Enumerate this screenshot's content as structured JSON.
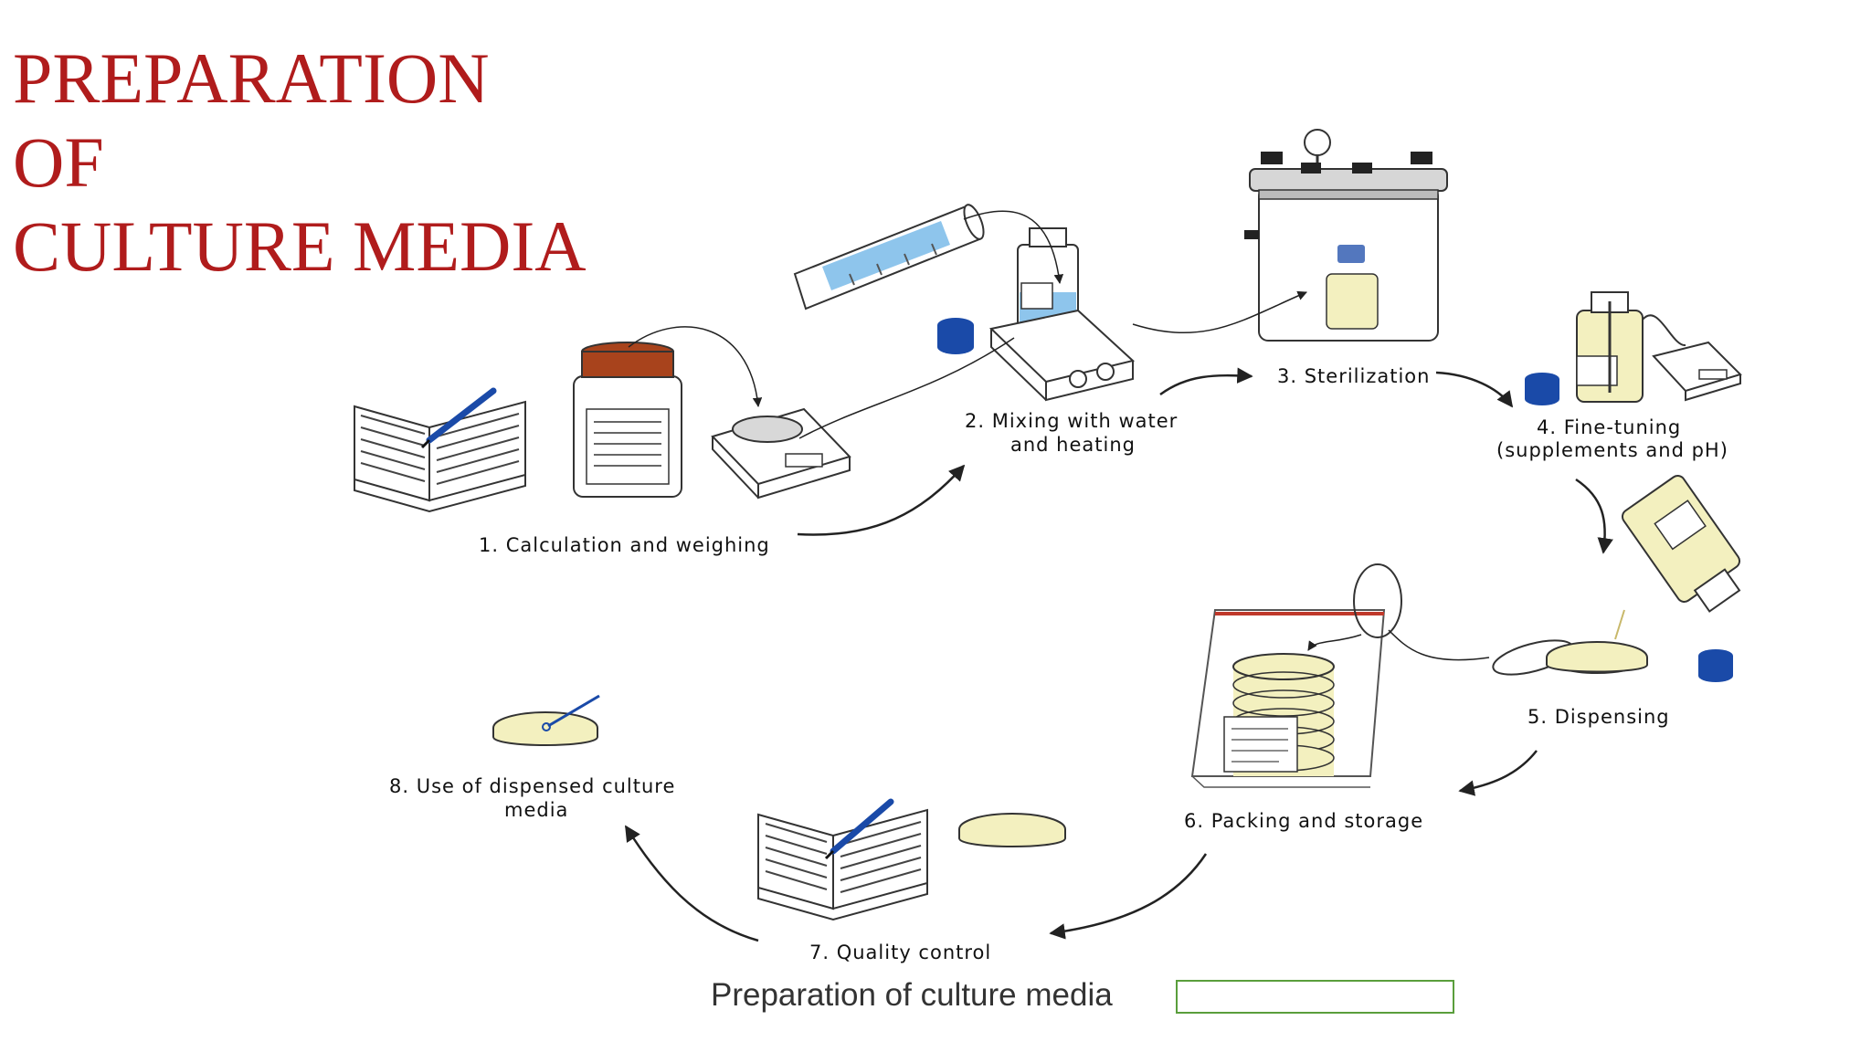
{
  "title": {
    "line1": "PREPARATION",
    "line2": "OF",
    "line3": "CULTURE MEDIA"
  },
  "steps": [
    {
      "line1": "1. Calculation and weighing",
      "line2": ""
    },
    {
      "line1": "2. Mixing with water",
      "line2": "and heating"
    },
    {
      "line1": "3. Sterilization",
      "line2": ""
    },
    {
      "line1": "4. Fine-tuning",
      "line2": "(supplements and pH)"
    },
    {
      "line1": "5. Dispensing",
      "line2": ""
    },
    {
      "line1": "6. Packing and storage",
      "line2": ""
    },
    {
      "line1": "7. Quality control",
      "line2": ""
    },
    {
      "line1": "8. Use of dispensed culture",
      "line2": "media"
    }
  ],
  "caption": {
    "text": "Preparation of culture media",
    "input_value": ""
  },
  "colors": {
    "title": "#b01c1c",
    "cap_blue": "#1a4aa8",
    "media_yellow": "#f3f0bf",
    "jar_lid": "#a8431c",
    "water_blue": "#8ec5ec",
    "input_border": "#5a9e3c"
  }
}
